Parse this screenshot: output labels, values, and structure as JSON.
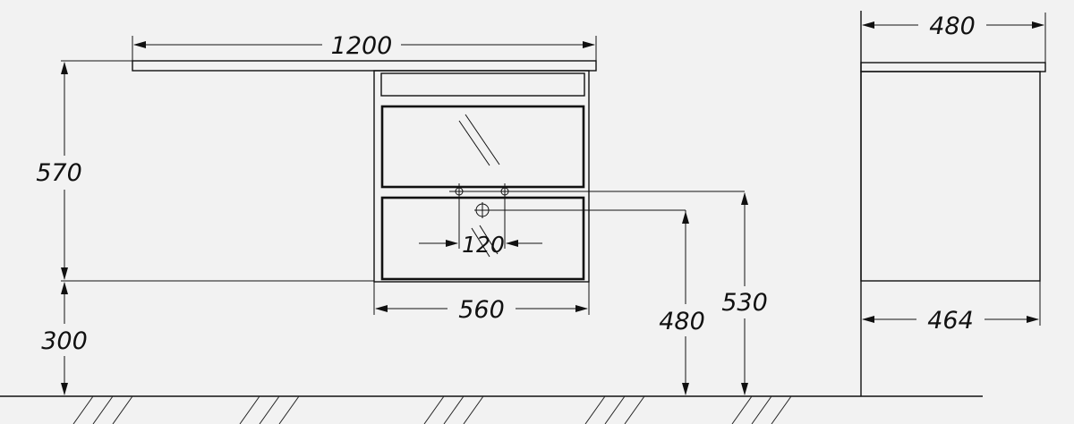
{
  "dimensions": {
    "countertop_width": "1200",
    "cabinet_height": "570",
    "mount_height": "300",
    "cabinet_width": "560",
    "drain_spacing": "120",
    "drain_height": "480",
    "supply_height": "530",
    "side_top_depth": "480",
    "side_body_depth": "464"
  },
  "colors": {
    "line": "#111111",
    "background": "#f2f2f2"
  }
}
